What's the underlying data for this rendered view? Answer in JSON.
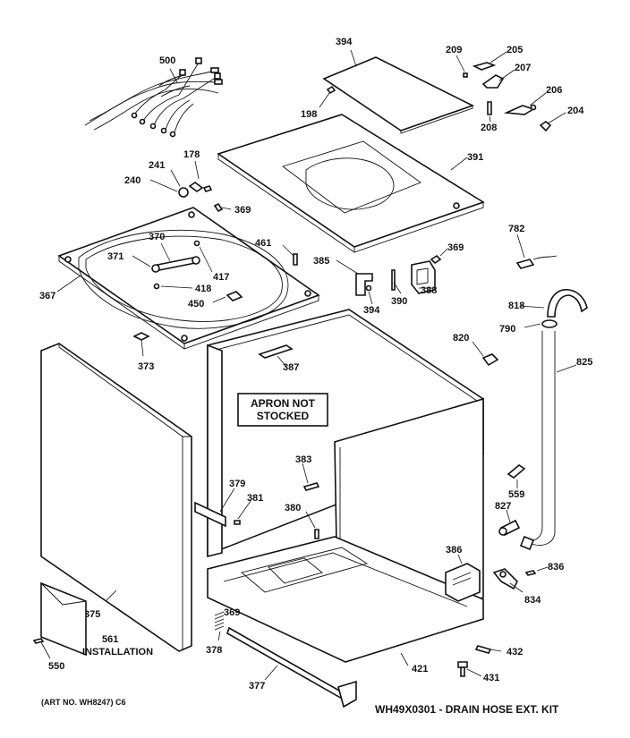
{
  "labels": {
    "p500": "500",
    "p394a": "394",
    "p209": "209",
    "p205": "205",
    "p207": "207",
    "p206": "206",
    "p204": "204",
    "p198": "198",
    "p208": "208",
    "p391": "391",
    "p178": "178",
    "p241": "241",
    "p240": "240",
    "p369a": "369",
    "p782": "782",
    "p370": "370",
    "p461": "461",
    "p369b": "369",
    "p371": "371",
    "p385": "385",
    "p417": "417",
    "p418": "418",
    "p388": "388",
    "p367": "367",
    "p390": "390",
    "p394b": "394",
    "p818": "818",
    "p450": "450",
    "p790": "790",
    "p820": "820",
    "p373": "373",
    "p387": "387",
    "p825": "825",
    "p383": "383",
    "p379": "379",
    "p381": "381",
    "p380": "380",
    "p559": "559",
    "p827": "827",
    "p386": "386",
    "p836": "836",
    "p834": "834",
    "p375": "375",
    "p369c": "369",
    "p561": "561",
    "p378": "378",
    "p432": "432",
    "p550": "550",
    "p421": "421",
    "p431": "431",
    "p377": "377"
  },
  "apron_note": {
    "line1": "APRON NOT",
    "line2": "STOCKED"
  },
  "installation_label": "INSTALLATION",
  "art_no": "(ART NO. WH8247) C6",
  "kit_note": "WH49X0301 - DRAIN HOSE EXT. KIT"
}
